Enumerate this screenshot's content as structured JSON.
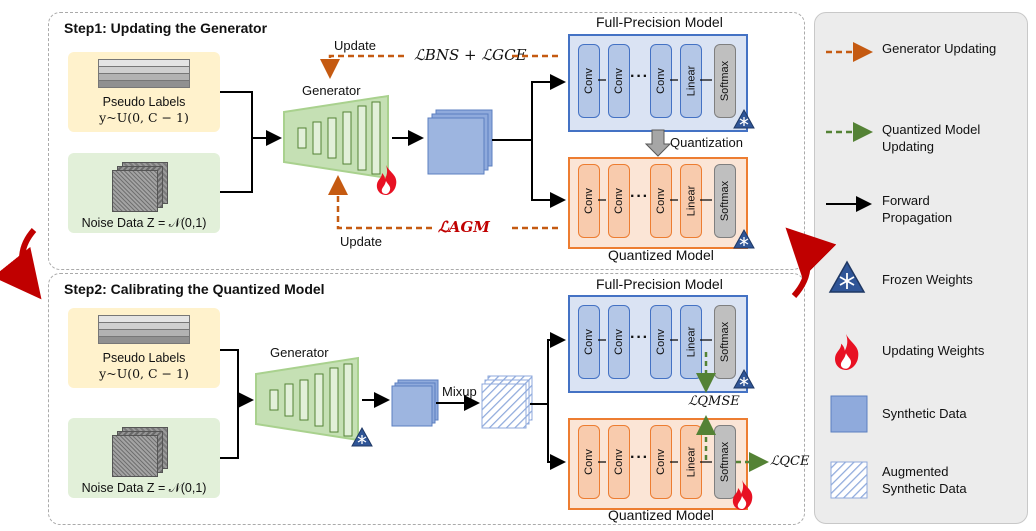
{
  "step1": {
    "title": "Step1: Updating the Generator"
  },
  "step2": {
    "title": "Step2: Calibrating the Quantized Model"
  },
  "inputs": {
    "pseudo_label_title": "Pseudo Labels",
    "pseudo_label_formula": "y~U(0, C − 1)",
    "noise_label": "Noise Data Z = 𝒩(0,1)"
  },
  "generator_label": "Generator",
  "models": {
    "full_precision": "Full-Precision Model",
    "quantized": "Quantized Model",
    "layers": [
      "Conv",
      "Conv",
      "Conv",
      "Linear",
      "Softmax"
    ],
    "dots": "···"
  },
  "step1_labels": {
    "update_top": "Update",
    "update_bottom": "Update",
    "loss_top": "ℒBNS + ℒGCE",
    "loss_bottom": "ℒAGM",
    "quantization": "Quantization"
  },
  "step2_labels": {
    "mixup": "Mixup",
    "loss_mse": "ℒQMSE",
    "loss_ce": "ℒQCE"
  },
  "legend": {
    "generator_updating": "Generator Updating",
    "quantized_updating": "Quantized Model Updating",
    "forward": "Forward Propagation",
    "frozen": "Frozen Weights",
    "updating_weights": "Updating Weights",
    "synthetic": "Synthetic Data",
    "augmented": "Augmented Synthetic Data"
  },
  "colors": {
    "orange": "#c55a11",
    "green": "#548235",
    "fp_fill": "#dae3f3",
    "fp_border": "#4472c4",
    "q_fill": "#fbe5d6",
    "q_border": "#ed7d31",
    "label_bg": "#fff2cc",
    "noise_bg": "#e2f0d9",
    "synthetic": "#8faadc",
    "red": "#c00000"
  },
  "icons": [
    "snowflake-icon",
    "flame-icon"
  ]
}
